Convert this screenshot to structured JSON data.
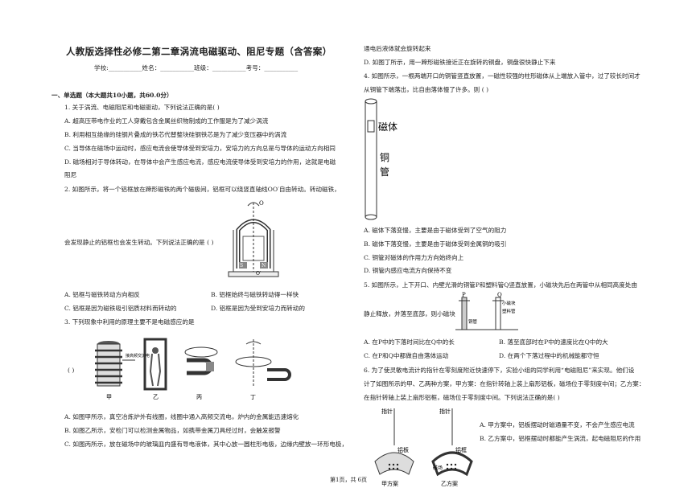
{
  "doc": {
    "title": "人教版选择性必修二第二章涡流电磁驱动、阻尼专题（含答案）",
    "info_line": "学校:___________姓名：___________班级：___________考号：___________",
    "section1": "一、单选题（本大题共10小题，共60.0分）"
  },
  "q1": {
    "stem": "1.   关于涡流、电磁阻尼和电磁驱动，下列说法正确的是(     )",
    "A": "A.  超高压带电作业的工人穿戴包含金属丝织物制成的工作服是为了减少涡流",
    "B": "B.  利用相互绝缘的硅钢片叠成的铁芯代替整块硅钢铁芯是为了减少变压器中的涡流",
    "C": "C.  当导体在磁场中运动时，感应电流会使导体受到安培力，安培力的方向总是与导体的运动方向相同",
    "D1": "D.  磁场相对于导体转动，在导体中会产生感应电流，感应电流使导体受到安培力的作用，这就是电磁",
    "D2": "阻尼"
  },
  "q2": {
    "stem": "2.   如图所示，将一个铝框放在蹄形磁铁的两个磁极间，铝框可以绕竖直轴线OO′自由转动。转动磁铁，",
    "cont": "会发现静止的铝框也会发生转动。下列说法正确的是 (     )",
    "A": "A.  铝框与磁铁转动方向相反",
    "B": "B.  铝框始终与磁铁转动得一样快",
    "C": "C.  铝框是因为磁铁吸引铝质材料而转动的",
    "D": "D.  铝框是因为受到安培力而转动的",
    "fig_label_O": "O",
    "fig_label_O2": "O′",
    "fig_label_N": "N",
    "fig_label_S": "S"
  },
  "q3": {
    "stem": "3.   下列现象中利用的原理主要不是电磁感应的是",
    "paren": "(     )",
    "label_jia": "甲",
    "label_yi": "乙",
    "label_bing": "丙",
    "label_ding": "丁",
    "coil_text": "接高频交流电",
    "A": "A.  如图甲所示，真空冶炼炉外有线圈，线圈中通入高频交流电，炉内的金属能迅速熔化",
    "B": "B.  如图乙所示，安检门可以检测金属物品，如携带金属刀具经过时，会触发报警",
    "C": "C.  如图丙所示，放在磁场中的玻璃皿内盛有导电液体，其中心放一圆柱形电极，边缘内壁放一环形电极，"
  },
  "right": {
    "c_cont": "通电后液体就会旋转起来",
    "D3": "D.  如图丁所示，用一蹄形磁铁接近正在旋转的铜盘，铜盘很快静止下来"
  },
  "q4": {
    "stem1": "4.   如图所示，一根两端开口的铜管竖直放置，一磁性较强的柱形磁体从上端放入管中，过了较长时间才",
    "stem2": "从铜管下端落出，比自由落体慢了许多。则 (     )",
    "magnet": "磁体",
    "pipe1": "铜",
    "pipe2": "管",
    "A": "A.  磁体下落变慢，主要是由于磁体受到了空气的阻力",
    "B": "B.  磁体下落变慢，主要是由于磁体受到金属铜的吸引",
    "C": "C.  铜管对磁体的作用力方向始终向上",
    "D": "D.  铜管内感应电流方向保持不变"
  },
  "q5": {
    "stem1": "5.   如图所示，上下开口、内壁光滑的铜管P和塑料管Q竖直放置，小磁块先后在两管中从相同高度处由",
    "stem2": "静止释放，并落至底部，则小磁块",
    "P": "P",
    "Q": "Q",
    "small_magnet": "小磁块",
    "plastic": "塑料管",
    "copper": "铜管",
    "A": "A.  在P中的下落时间比在Q中的长",
    "B": "B.  落至底部时在P中的速度比在Q中的大",
    "C": "C.  在P和Q中都做自由落体运动",
    "D": "D.  在两个下落过程中的机械能都守恒"
  },
  "q6": {
    "stem1": "6.   为了使灵敏电流计的指针在零刻度附近快速停下，实验小组的同学利用“电磁阻尼”来实现。他们设",
    "stem2": "计了如图所示的甲、乙两种方案，甲方案：在指针转轴上装上扇形铝板，磁场位于零刻度中间；乙方案：",
    "stem3": "在指针转轴上装上扇形铝框，磁场位于零刻度中间。下列说法正确的是(     )",
    "pointer": "指针",
    "al_plate": "铝板",
    "al_frame": "铝框",
    "field": "磁场",
    "plan_a": "甲方案",
    "plan_b": "乙方案",
    "A": "A.  甲方案中，铝板摆动时磁通量不变，不会产生感应电流",
    "B": "B.  乙方案中，铝框摆动时都能产生涡流，起电磁阻尼的作用"
  },
  "footer": "第1页，共 6页"
}
